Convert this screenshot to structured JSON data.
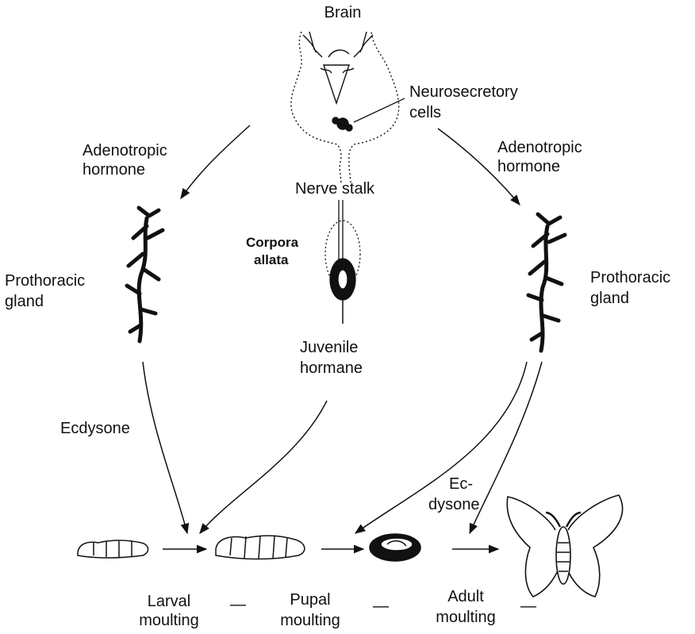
{
  "labels": {
    "brain": "Brain",
    "neurosecretory_1": "Neurosecretory",
    "neurosecretory_2": "cells",
    "adeno_left_1": "Adenotropic",
    "adeno_left_2": "hormone",
    "adeno_right_1": "Adenotropic",
    "adeno_right_2": "hormone",
    "nerve_stalk": "Nerve stalk",
    "corpora_1": "Corpora",
    "corpora_2": "allata",
    "pro_left_1": "Prothoracic",
    "pro_left_2": "gland",
    "pro_right_1": "Prothoracic",
    "pro_right_2": "gland",
    "juvenile_1": "Juvenile",
    "juvenile_2": "hormane",
    "ecdysone_left": "Ecdysone",
    "ecdysone_right_1": "Ec-",
    "ecdysone_right_2": "dysone",
    "larval_1": "Larval",
    "larval_2": "moulting",
    "pupal_1": "Pupal",
    "pupal_2": "moulting",
    "adult_1": "Adult",
    "adult_2": "moulting",
    "dash": "—"
  },
  "colors": {
    "ink": "#111111",
    "background": "#ffffff"
  },
  "icons": [
    "brain-icon",
    "corpora-allata-icon",
    "prothoracic-gland-icon",
    "larva-icon",
    "pupa-icon",
    "moth-icon"
  ]
}
